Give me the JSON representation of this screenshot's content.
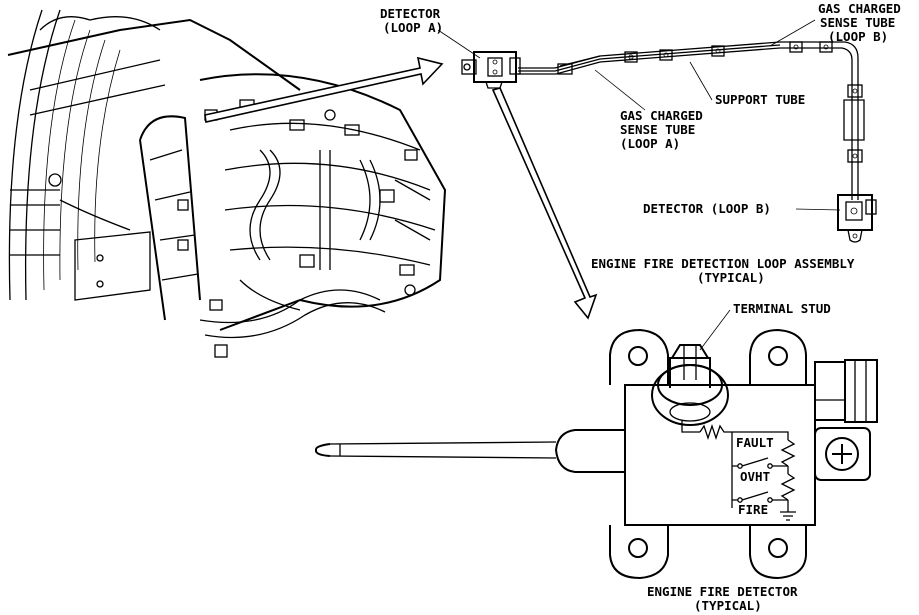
{
  "labels": {
    "detector_loop_a_1": "DETECTOR",
    "detector_loop_a_2": "(LOOP A)",
    "gas_tube_b_1": "GAS CHARGED",
    "gas_tube_b_2": "SENSE TUBE",
    "gas_tube_b_3": "(LOOP B)",
    "support_tube": "SUPPORT TUBE",
    "gas_tube_a_1": "GAS CHARGED",
    "gas_tube_a_2": "SENSE TUBE",
    "gas_tube_a_3": "(LOOP A)",
    "detector_loop_b": "DETECTOR (LOOP B)",
    "assembly_title_1": "ENGINE FIRE DETECTION LOOP ASSEMBLY",
    "assembly_title_2": "(TYPICAL)",
    "terminal_stud": "TERMINAL STUD",
    "fault": "FAULT",
    "ovht": "OVHT",
    "fire": "FIRE",
    "detector_title_1": "ENGINE FIRE DETECTOR",
    "detector_title_2": "(TYPICAL)"
  }
}
